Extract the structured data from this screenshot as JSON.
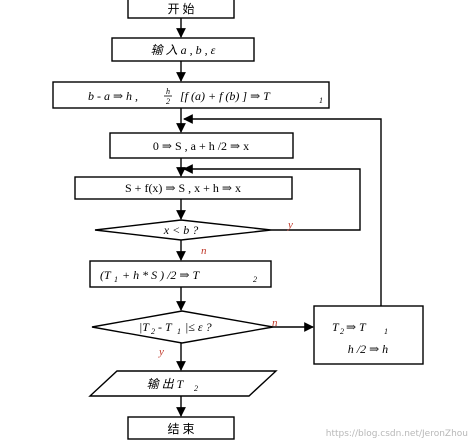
{
  "nodes": {
    "start": "开 始",
    "input": "输 入   a , b , ε",
    "init_left": "b - a ⇒  h ,",
    "init_frac_num": "h",
    "init_frac_den": "2",
    "init_right": "[f (a) + f (b) ] ⇒  T",
    "init_sub": "1",
    "set_s": "0 ⇒  S , a + h /2 ⇒  x",
    "accumulate": "S + f(x) ⇒  S , x + h ⇒  x",
    "cond_x": "x < b ?",
    "compute_t2": "(T",
    "compute_t2_b": "+ h * S ) /2 ⇒   T",
    "compute_sub1": "1",
    "compute_sub2": "2",
    "cond_err": "|T",
    "cond_err_b": "- T",
    "cond_err_c": "|≤    ε  ?",
    "cond_sub2": "2",
    "cond_sub1": "1",
    "update_a": "T",
    "update_a_b": "⇒   T",
    "update_sub2": "2",
    "update_sub1": "1",
    "update_b": "h /2 ⇒  h",
    "output": "输 出   T",
    "output_sub": "2",
    "end": "结 束"
  },
  "edge_labels": {
    "loop_yes": "y",
    "loop_no": "n",
    "err_no": "n",
    "err_yes": "y"
  },
  "watermark": "https://blog.csdn.net/JeronZhou",
  "colors": {
    "stroke": "#000000",
    "label": "#c0392b",
    "watermark": "#b8b8b8"
  }
}
